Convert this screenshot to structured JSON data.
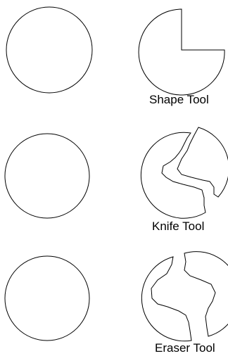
{
  "rows": [
    {
      "caption": "Shape Tool",
      "tool": "shape"
    },
    {
      "caption": "Knife Tool",
      "tool": "knife"
    },
    {
      "caption": "Eraser Tool",
      "tool": "eraser"
    }
  ],
  "colors": {
    "stroke": "#000000",
    "background": "#ffffff"
  }
}
